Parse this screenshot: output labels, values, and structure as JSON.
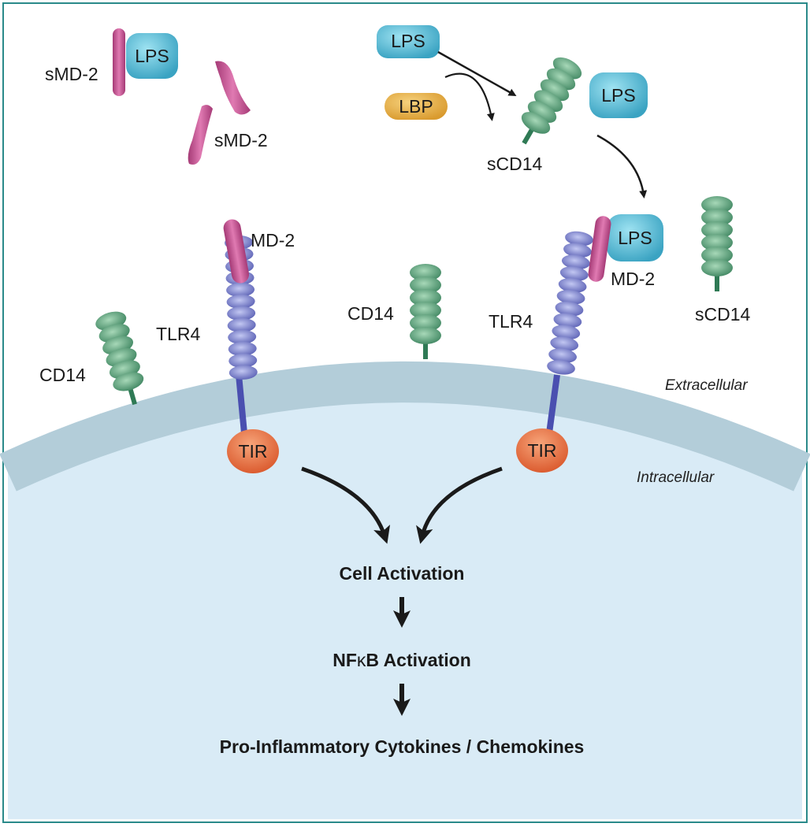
{
  "labels": {
    "lps_top": "LPS",
    "lbp": "LBP",
    "lps_scd14": "LPS",
    "scd14_top": "sCD14",
    "lps_smd2": "LPS",
    "smd2_left": "sMD-2",
    "smd2_free": "sMD-2",
    "md2_left": "MD-2",
    "tlr4_left": "TLR4",
    "cd14_left": "CD14",
    "cd14_mid": "CD14",
    "lps_right": "LPS",
    "md2_right": "MD-2",
    "tlr4_right": "TLR4",
    "scd14_right": "sCD14",
    "tir_left": "TIR",
    "tir_right": "TIR",
    "extracellular": "Extracellular",
    "intracellular": "Intracellular"
  },
  "flow": {
    "step1": "Cell Activation",
    "step2_prefix": "NF",
    "step2_kappa": "κ",
    "step2_suffix": "B Activation",
    "step3": "Pro-Inflammatory Cytokines / Chemokines"
  },
  "colors": {
    "frame": "#2a8a8a",
    "cell_interior": "#d9ebf6",
    "membrane": "#b3cdd9",
    "lps": "#5fbfd6",
    "lbp": "#e8b04a",
    "md2": "#c0508f",
    "cd14": "#4e9a72",
    "tlr4": "#7379c7",
    "tir": "#e0653a"
  }
}
